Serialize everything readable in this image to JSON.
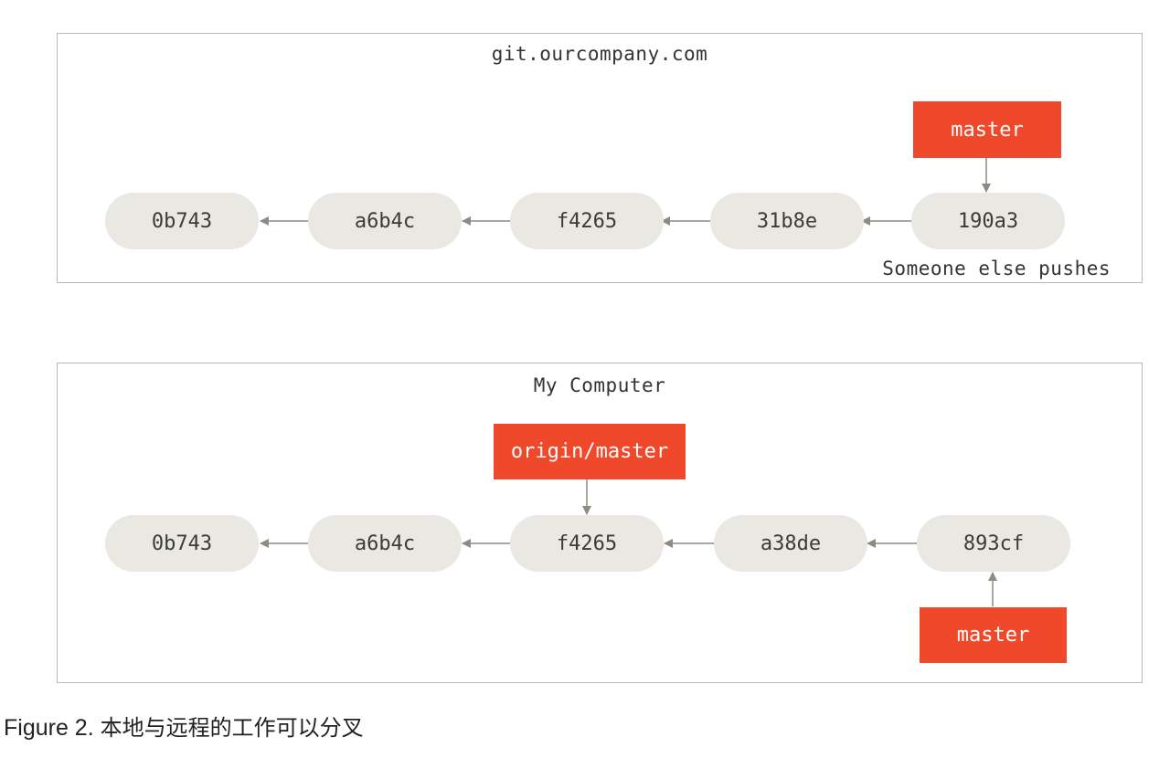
{
  "remote": {
    "title": "git.ourcompany.com",
    "commits": [
      "0b743",
      "a6b4c",
      "f4265",
      "31b8e",
      "190a3"
    ],
    "branch_label": "master",
    "note": "Someone else pushes"
  },
  "local": {
    "title": "My Computer",
    "commits": [
      "0b743",
      "a6b4c",
      "f4265",
      "a38de",
      "893cf"
    ],
    "origin_label": "origin/master",
    "branch_label": "master"
  },
  "caption": {
    "label": "Figure 2.",
    "text": "本地与远程的工作可以分叉"
  },
  "colors": {
    "branch": "#f0482b",
    "commit": "#eae8e2",
    "arrow": "#8e8a84"
  }
}
